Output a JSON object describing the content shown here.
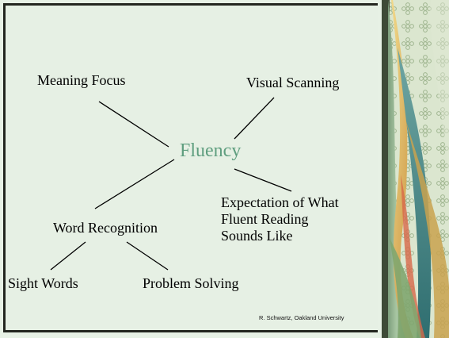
{
  "diagram": {
    "center": "Fluency",
    "nodes": {
      "meaning_focus": "Meaning Focus",
      "visual_scanning": "Visual Scanning",
      "expectation": [
        "Expectation of What",
        "Fluent Reading",
        "Sounds Like"
      ],
      "word_recognition": "Word Recognition",
      "sight_words": "Sight Words",
      "problem_solving": "Problem Solving"
    }
  },
  "footer": "R. Schwartz, Oakland University",
  "colors": {
    "background": "#e7f1e5",
    "center_text": "#5f9e7f",
    "frame": "#23261f"
  }
}
